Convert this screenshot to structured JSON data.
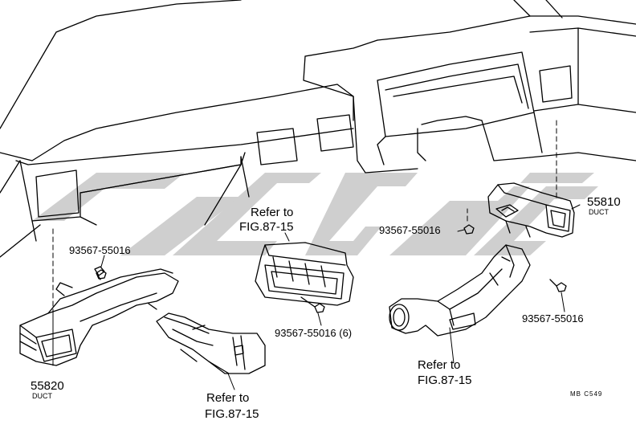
{
  "colors": {
    "line": "#000000",
    "watermark": "#c8c8c8",
    "background": "#ffffff"
  },
  "watermark": {
    "icon": "stylized-brand-watermark"
  },
  "labels": {
    "part_55810": "55810",
    "part_55810_name": "DUCT",
    "part_55820": "55820",
    "part_55820_name": "DUCT",
    "screw_left": "93567-55016",
    "screw_center": "93567-55016 (6)",
    "screw_right_upper": "93567-55016",
    "screw_right_lower": "93567-55016",
    "refer_center_1": "Refer to",
    "refer_center_2": "FIG.87-15",
    "refer_bottom_1": "Refer to",
    "refer_bottom_2": "FIG.87-15",
    "refer_right_1": "Refer to",
    "refer_right_2": "FIG.87-15",
    "figure_code": "MB C549"
  }
}
